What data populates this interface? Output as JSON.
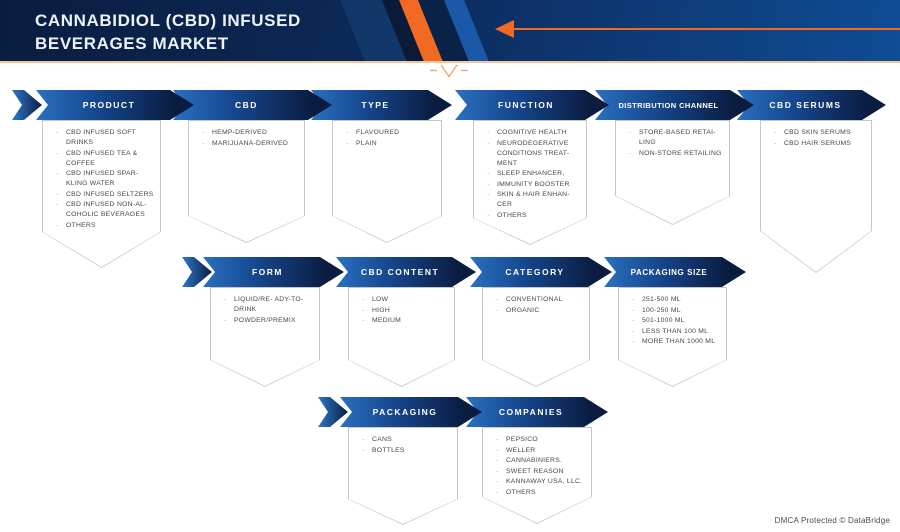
{
  "header": {
    "title_line1": "CANNABIDIOL (CBD) INFUSED",
    "title_line2": "BEVERAGES MARKET"
  },
  "colors": {
    "accent_orange": "#f26a21",
    "navy_dark": "#0a1c40",
    "blue_bright": "#2a70c0",
    "peach_line": "#f2c79d"
  },
  "icons": {
    "left_arrow_icon": "left-pointing solid triangle with long rule",
    "v_mark_icon": "small orange chevron-V with side dashes",
    "bullet_char": "·"
  },
  "rows": [
    {
      "columns": [
        {
          "title": "PRODUCT",
          "items": [
            "CBD INFUSED SOFT DRINKS",
            "CBD INFUSED TEA & COFFEE",
            "CBD INFUSED SPAR- KLING WATER",
            "CBD INFUSED SELTZERS",
            "CBD INFUSED NON-AL- COHOLIC BEVERAGES",
            "OTHERS"
          ]
        },
        {
          "title": "CBD",
          "items": [
            "HEMP-DERIVED",
            "MARIJUANA-DERIVED"
          ]
        },
        {
          "title": "TYPE",
          "items": [
            "FLAVOURED",
            "PLAIN"
          ]
        },
        {
          "title": "FUNCTION",
          "items": [
            "COGNITIVE HEALTH",
            "NEURODEGERATIVE CONDITIONS TREAT- MENT",
            "SLEEP ENHANCER,",
            "IMMUNITY BOOSTER",
            "SKIN & HAIR ENHAN- CER",
            "OTHERS"
          ]
        },
        {
          "title": "DISTRIBUTION CHANNEL",
          "items": [
            "STORE-BASED RETAI- LING",
            "NON-STORE RETAILING"
          ]
        },
        {
          "title": "CBD SERUMS",
          "items": [
            "CBD SKIN SERUMS",
            "CBD HAIR SERUMS"
          ]
        }
      ]
    },
    {
      "columns": [
        {
          "title": "FORM",
          "items": [
            "LIQUID/RE- ADY-TO-DRINK",
            "POWDER/PREMIX"
          ]
        },
        {
          "title": "CBD CONTENT",
          "items": [
            "LOW",
            "HIGH",
            "MEDIUM"
          ]
        },
        {
          "title": "CATEGORY",
          "items": [
            "CONVENTIONAL",
            "ORGANIC"
          ]
        },
        {
          "title": "PACKAGING SIZE",
          "items": [
            "251-500 ML",
            "100-250 ML",
            "501-1000 ML",
            "LESS THAN 100 ML",
            "MORE THAN 1000 ML"
          ]
        }
      ]
    },
    {
      "columns": [
        {
          "title": "PACKAGING",
          "items": [
            "CANS",
            "BOTTLES"
          ]
        },
        {
          "title": "COMPANIES",
          "items": [
            "PEPSICO",
            "WELLER",
            "CANNABINIERS.",
            "SWEET REASON",
            "KANNAWAY USA, LLC.",
            "OTHERS"
          ]
        }
      ]
    }
  ],
  "footer": {
    "dmca": "DMCA Protected © DataBridge"
  }
}
